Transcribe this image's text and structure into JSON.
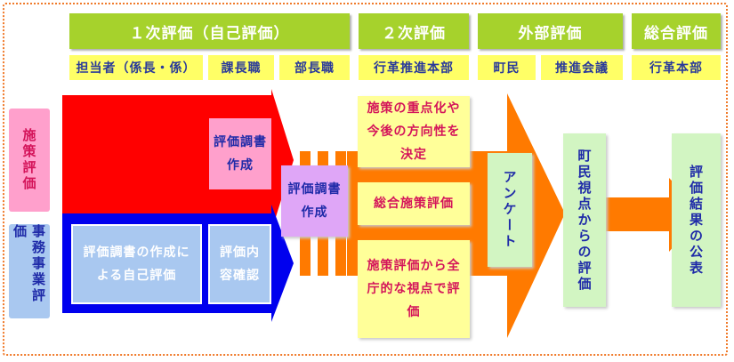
{
  "headers": {
    "first": "１次評価（自己評価）",
    "second": "２次評価",
    "external": "外部評価",
    "overall": "総合評価"
  },
  "subheaders": {
    "tantou": "担当者（係長・係）",
    "kachou": "課長職",
    "buchou": "部長職",
    "gyokaku": "行革推進本部",
    "chomin": "町民",
    "suishin": "推進会議",
    "gyokaku_hq": "行革本部"
  },
  "side_labels": {
    "policy": "施策評価",
    "office": "事務事業評価"
  },
  "boxes": {
    "policy_report": "評価調書作成",
    "report_center": "評価調書作成",
    "self_eval": "評価調書の作成による自己評価",
    "confirm": "評価内容確認",
    "priority": "施策の重点化や今後の方向性を決定",
    "overall_policy": "総合施策評価",
    "wide_view": "施策評価から全庁的な視点で評価",
    "survey": "アンケート",
    "town_view": "町民視点からの評価",
    "publish": "評価結果の公表"
  },
  "colors": {
    "header_green": "#a6d22c",
    "sub_yellow": "#ffff66",
    "red_arrow": "#ff0000",
    "blue_arrow": "#0000ee",
    "orange_arrow": "#ff7a00",
    "frame_orange": "#f07a2a"
  }
}
